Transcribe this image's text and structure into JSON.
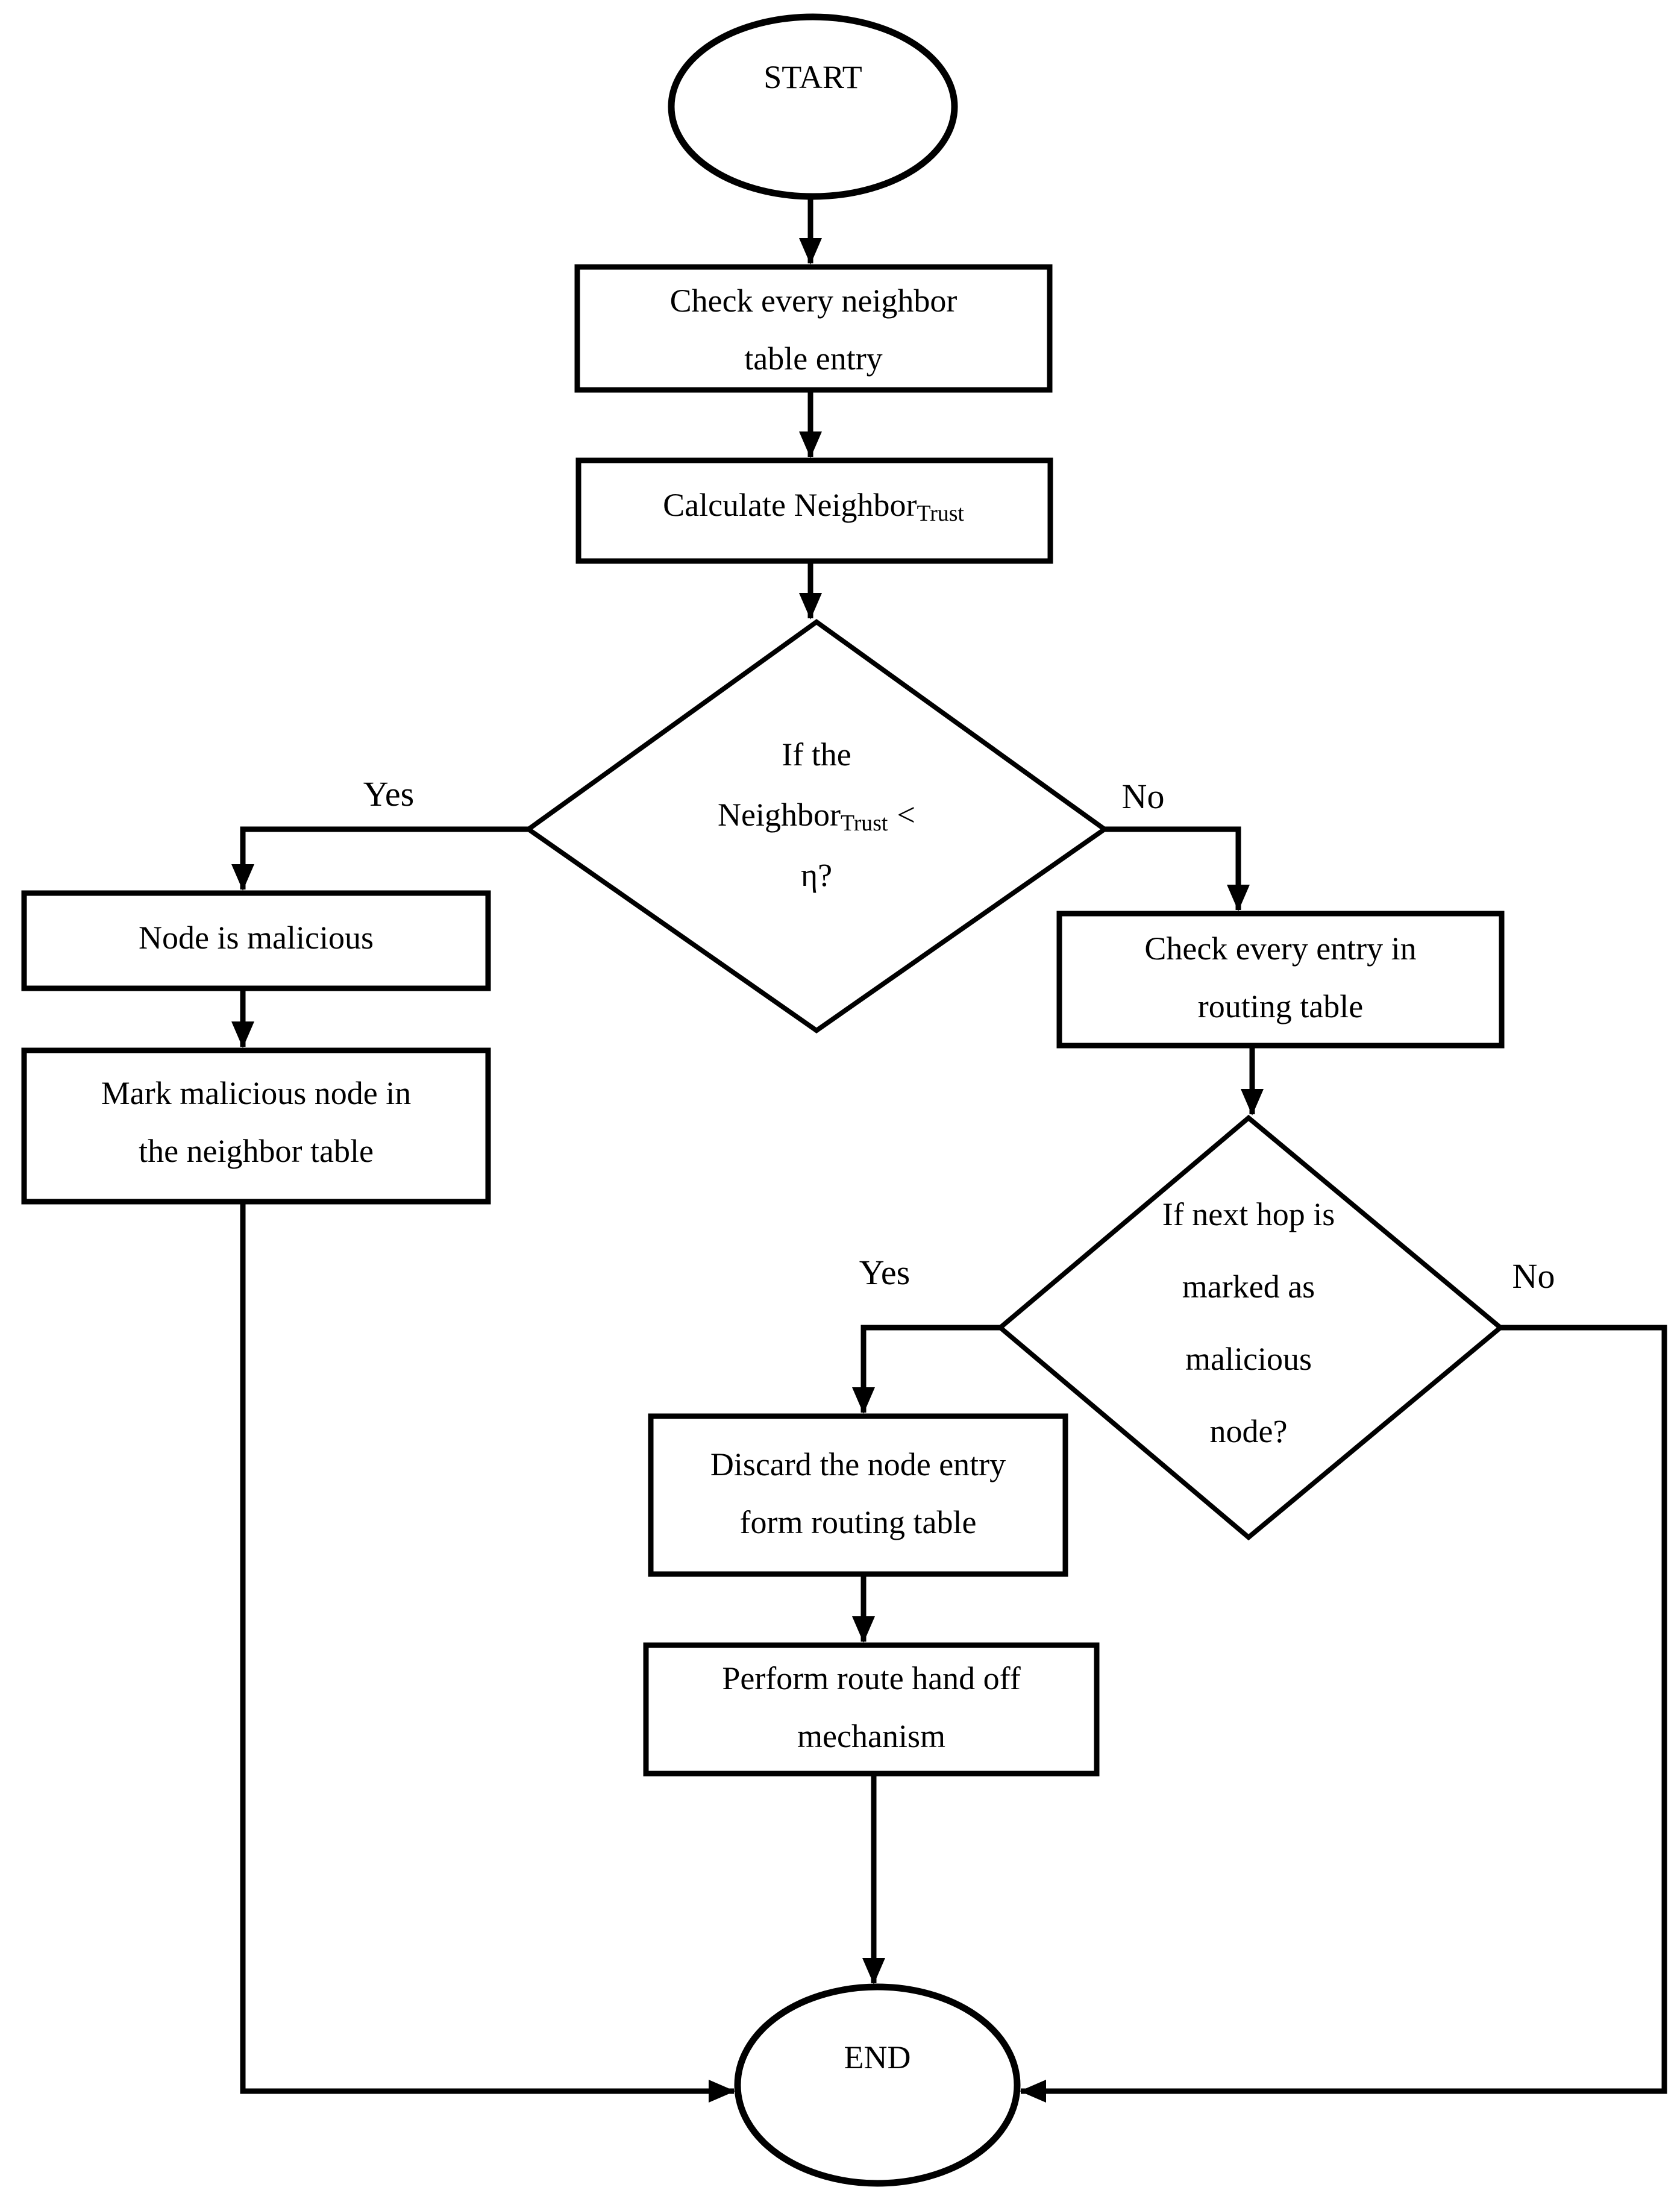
{
  "flowchart": {
    "colors": {
      "line": "#000000",
      "text": "#000000",
      "background": "#ffffff"
    },
    "nodes": {
      "start": {
        "label": "START"
      },
      "check_neighbor": {
        "lines": [
          "Check every neighbor",
          "table entry"
        ]
      },
      "calculate_trust": {
        "text": "Calculate Neighbor",
        "subscript": "Trust"
      },
      "trust_decision": {
        "line1": "If the",
        "line2_text": "Neighbor",
        "line2_subscript": "Trust",
        "line2_suffix": "<",
        "line3": "η?"
      },
      "node_malicious": {
        "label": "Node is malicious"
      },
      "mark_malicious": {
        "lines": [
          "Mark malicious node in",
          "the neighbor table"
        ]
      },
      "check_routing": {
        "lines": [
          "Check every entry in",
          "routing table"
        ]
      },
      "next_hop_decision": {
        "lines": [
          "If next hop is",
          "marked as",
          "malicious",
          "node?"
        ]
      },
      "discard_entry": {
        "lines": [
          "Discard the node entry",
          "form routing table"
        ]
      },
      "route_handoff": {
        "lines": [
          "Perform route hand off",
          "mechanism"
        ]
      },
      "end": {
        "label": "END"
      }
    },
    "edge_labels": {
      "trust_yes": "Yes",
      "trust_no": "No",
      "next_hop_yes": "Yes",
      "next_hop_no": "No"
    }
  }
}
